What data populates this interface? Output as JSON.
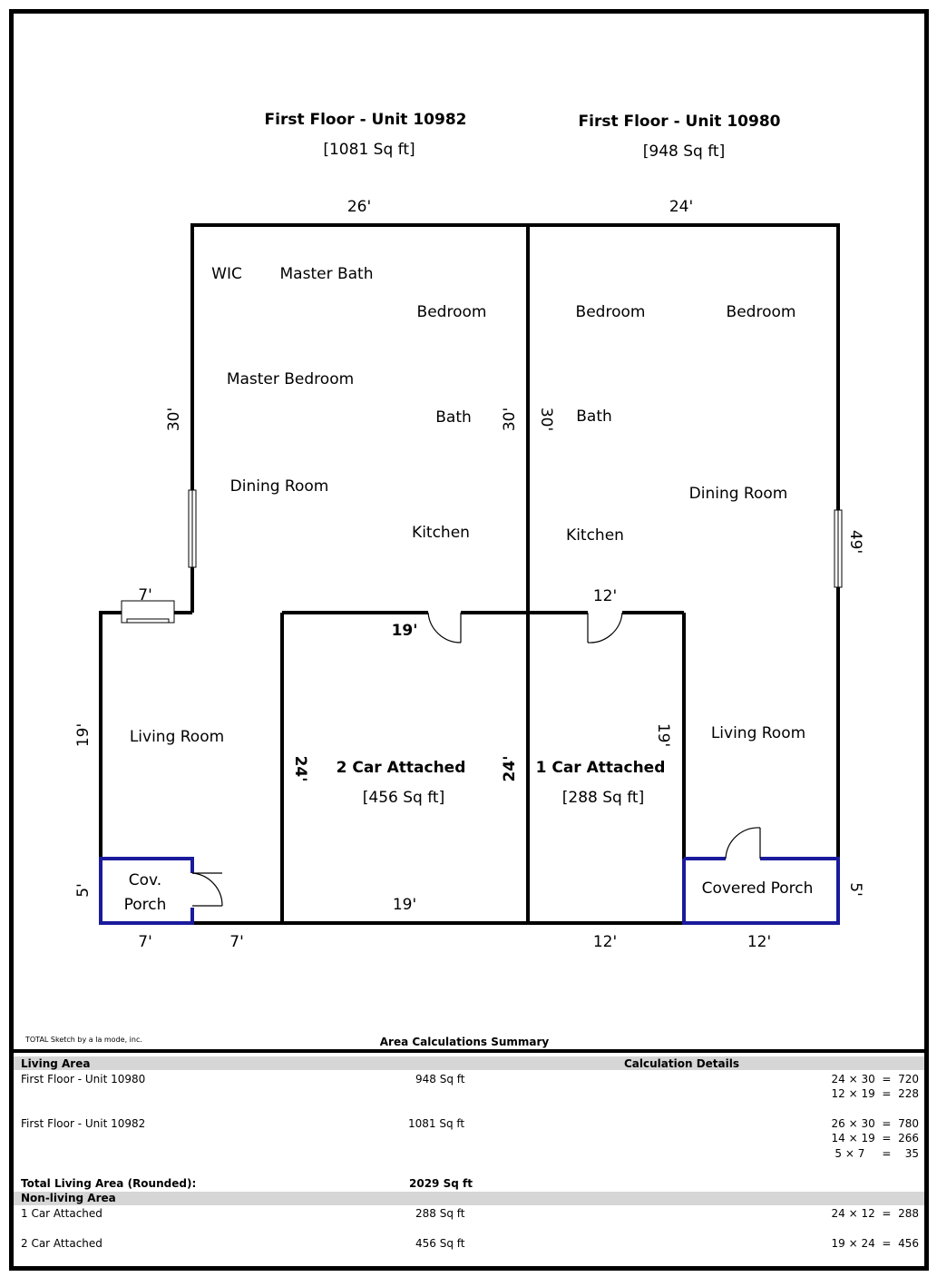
{
  "units": [
    {
      "title": "First Floor - Unit 10982",
      "area": "[1081 Sq ft]"
    },
    {
      "title": "First Floor - Unit 10980",
      "area": "[948 Sq ft]"
    }
  ],
  "rooms": {
    "wic": "WIC",
    "master_bath": "Master Bath",
    "bedroom_a": "Bedroom",
    "bedroom_b": "Bedroom",
    "bedroom_c": "Bedroom",
    "master_bedroom": "Master Bedroom",
    "bath_a": "Bath",
    "bath_b": "Bath",
    "dining_a": "Dining Room",
    "dining_b": "Dining Room",
    "kitchen_a": "Kitchen",
    "kitchen_b": "Kitchen",
    "living_a": "Living Room",
    "living_b": "Living Room",
    "cov_porch_1": "Cov.",
    "cov_porch_2": "Porch",
    "covered_porch": "Covered Porch"
  },
  "garages": [
    {
      "title": "2 Car Attached",
      "area": "[456 Sq ft]"
    },
    {
      "title": "1 Car Attached",
      "area": "[288 Sq ft]"
    }
  ],
  "dims": {
    "top_left": "26'",
    "top_right": "24'",
    "left_30": "30'",
    "mid_30a": "30'",
    "mid_30b": "30'",
    "right_49": "49'",
    "step_7": "7'",
    "left_19": "19'",
    "left_5": "5'",
    "g2_top": "19'",
    "g2_left": "24'",
    "g2_right": "24'",
    "g2_bottom": "19'",
    "g1_top": "12'",
    "g1_right": "19'",
    "bot_7a": "7'",
    "bot_7b": "7'",
    "bot_12a": "12'",
    "bot_12b": "12'",
    "right_5": "5'"
  },
  "credit": "TOTAL Sketch by a la mode, inc.",
  "summary": {
    "title": "Area Calculations Summary",
    "living_header": "Living Area",
    "calc_header": "Calculation Details",
    "rows": [
      {
        "name": "First Floor - Unit 10980",
        "area": "948 Sq ft",
        "calcs": [
          "24 × 30  =  720",
          "12 × 19  =  228"
        ]
      },
      {
        "name": "First Floor - Unit 10982",
        "area": "1081 Sq ft",
        "calcs": [
          "26 × 30  =  780",
          "14 × 19  =  266",
          "5 × 7     =    35"
        ]
      }
    ],
    "total_label": "Total Living Area (Rounded):",
    "total_value": "2029 Sq ft",
    "nonliving_header": "Non-living Area",
    "nonliving_rows": [
      {
        "name": "1 Car Attached",
        "area": "288 Sq ft",
        "calc": "24 × 12  =  288"
      },
      {
        "name": "2 Car Attached",
        "area": "456 Sq ft",
        "calc": "19 × 24  =  456"
      }
    ]
  },
  "colors": {
    "wall": "#000000",
    "porch": "#1a1a9c",
    "band": "#d6d6d6"
  }
}
